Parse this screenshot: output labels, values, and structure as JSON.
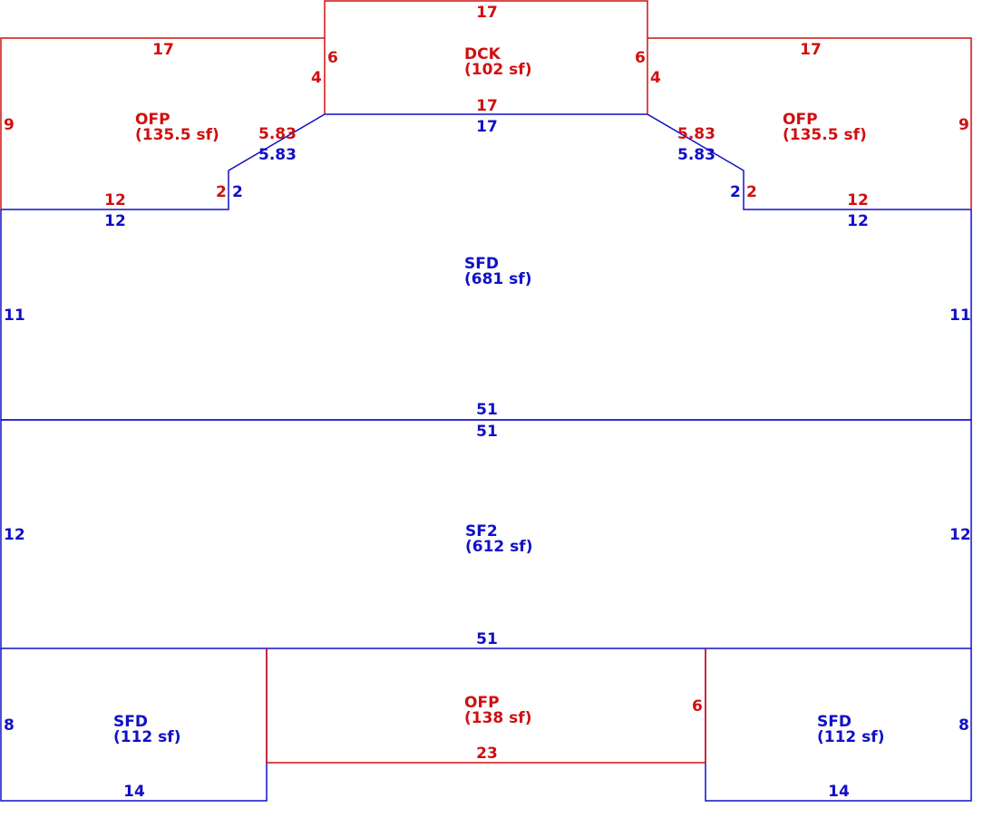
{
  "colors": {
    "main": "#1010c8",
    "addition": "#d01010"
  },
  "areas": {
    "dck": {
      "code": "DCK",
      "area": "(102 sf)"
    },
    "ofp_left": {
      "code": "OFP",
      "area": "(135.5 sf)"
    },
    "ofp_right": {
      "code": "OFP",
      "area": "(135.5 sf)"
    },
    "sfd_main": {
      "code": "SFD",
      "area": "(681 sf)"
    },
    "sf2": {
      "code": "SF2",
      "area": "(612 sf)"
    },
    "sfd_left": {
      "code": "SFD",
      "area": "(112 sf)"
    },
    "ofp_bottom": {
      "code": "OFP",
      "area": "(138 sf)"
    },
    "sfd_right": {
      "code": "SFD",
      "area": "(112 sf)"
    }
  },
  "dimensions": {
    "dck_top": "17",
    "dck_left_inner": "6",
    "dck_left_outer": "4",
    "dck_right_inner": "6",
    "dck_right_outer": "4",
    "dck_bottom": "17",
    "sfd_top_center": "17",
    "ofp_left_top": "17",
    "ofp_left_side": "9",
    "ofp_left_diag": "5.83",
    "ofp_left_step": "2",
    "ofp_left_bottom": "12",
    "ofp_right_top": "17",
    "ofp_right_side": "9",
    "ofp_right_diag": "5.83",
    "ofp_right_step": "2",
    "ofp_right_bottom": "12",
    "sfd_left_diag": "5.83",
    "sfd_left_step": "2",
    "sfd_left_top": "12",
    "sfd_right_diag": "5.83",
    "sfd_right_step": "2",
    "sfd_right_top": "12",
    "sfd_left_side": "11",
    "sfd_right_side": "11",
    "sfd_bottom": "51",
    "sf2_top": "51",
    "sf2_left_side": "12",
    "sf2_right_side": "12",
    "sf2_bottom": "51",
    "wing_left_side": "8",
    "wing_left_bottom": "14",
    "ofp_bottom_side": "6",
    "ofp_bottom_bottom": "23",
    "wing_right_side": "8",
    "wing_right_bottom": "14"
  }
}
